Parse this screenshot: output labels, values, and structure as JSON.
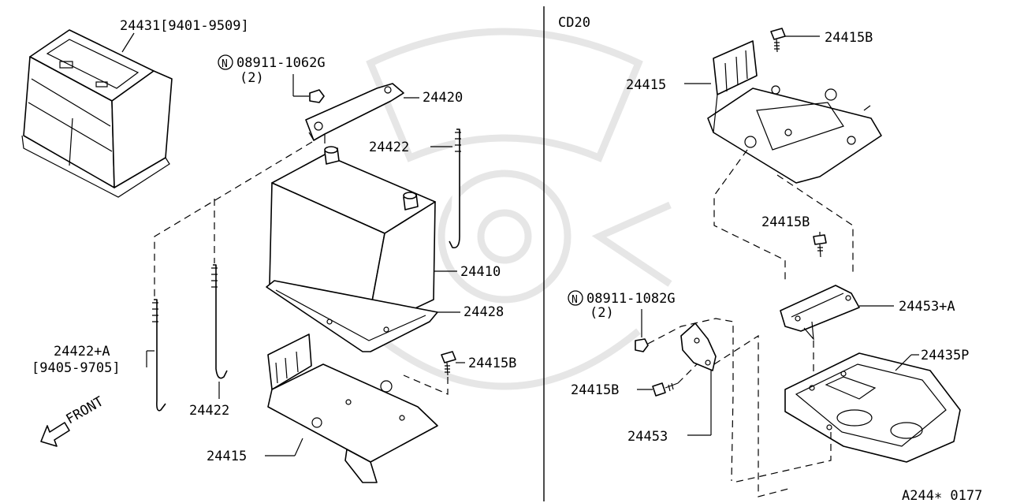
{
  "diagram": {
    "section_label": "CD20",
    "figure_code": "A244∗ 0177",
    "front_label": "FRONT",
    "labels": [
      {
        "id": "l-24431",
        "text": "24431[9401-9509]"
      },
      {
        "id": "l-nut1",
        "text": "08911-1062G"
      },
      {
        "id": "l-nut1-qty",
        "text": "(2)"
      },
      {
        "id": "l-24420",
        "text": "24420"
      },
      {
        "id": "l-24422-top",
        "text": "24422"
      },
      {
        "id": "l-24410",
        "text": "24410"
      },
      {
        "id": "l-24428",
        "text": "24428"
      },
      {
        "id": "l-24415b-left",
        "text": "24415B"
      },
      {
        "id": "l-24422a",
        "text": "24422+A"
      },
      {
        "id": "l-24422a-range",
        "text": "[9405-9705]"
      },
      {
        "id": "l-24422-bottom",
        "text": "24422"
      },
      {
        "id": "l-24415-left",
        "text": "24415"
      },
      {
        "id": "l-24415b-top",
        "text": "24415B"
      },
      {
        "id": "l-24415-right",
        "text": "24415"
      },
      {
        "id": "l-24415b-mid",
        "text": "24415B"
      },
      {
        "id": "l-24453a",
        "text": "24453+A"
      },
      {
        "id": "l-nut2",
        "text": "08911-1082G"
      },
      {
        "id": "l-nut2-qty",
        "text": "(2)"
      },
      {
        "id": "l-24435p",
        "text": "24435P"
      },
      {
        "id": "l-24415b-low",
        "text": "24415B"
      },
      {
        "id": "l-24453",
        "text": "24453"
      }
    ],
    "nut_symbol": "N"
  }
}
